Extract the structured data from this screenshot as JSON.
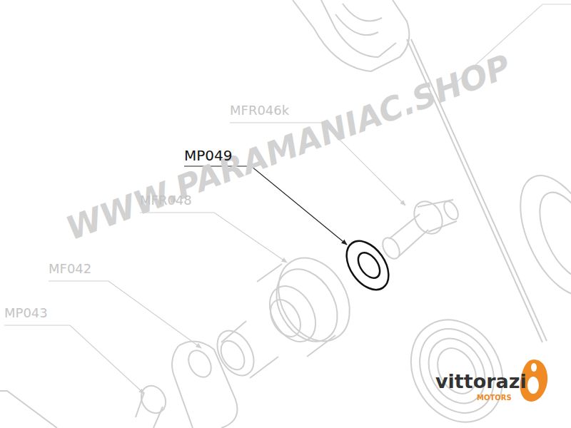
{
  "diagram": {
    "labels": [
      "MP049",
      "MFR046k",
      "MFR048",
      "MF042",
      "MP043",
      "WWW.PARAMANIAC.SHOP",
      "vittorazi",
      "MOTORS"
    ]
  }
}
